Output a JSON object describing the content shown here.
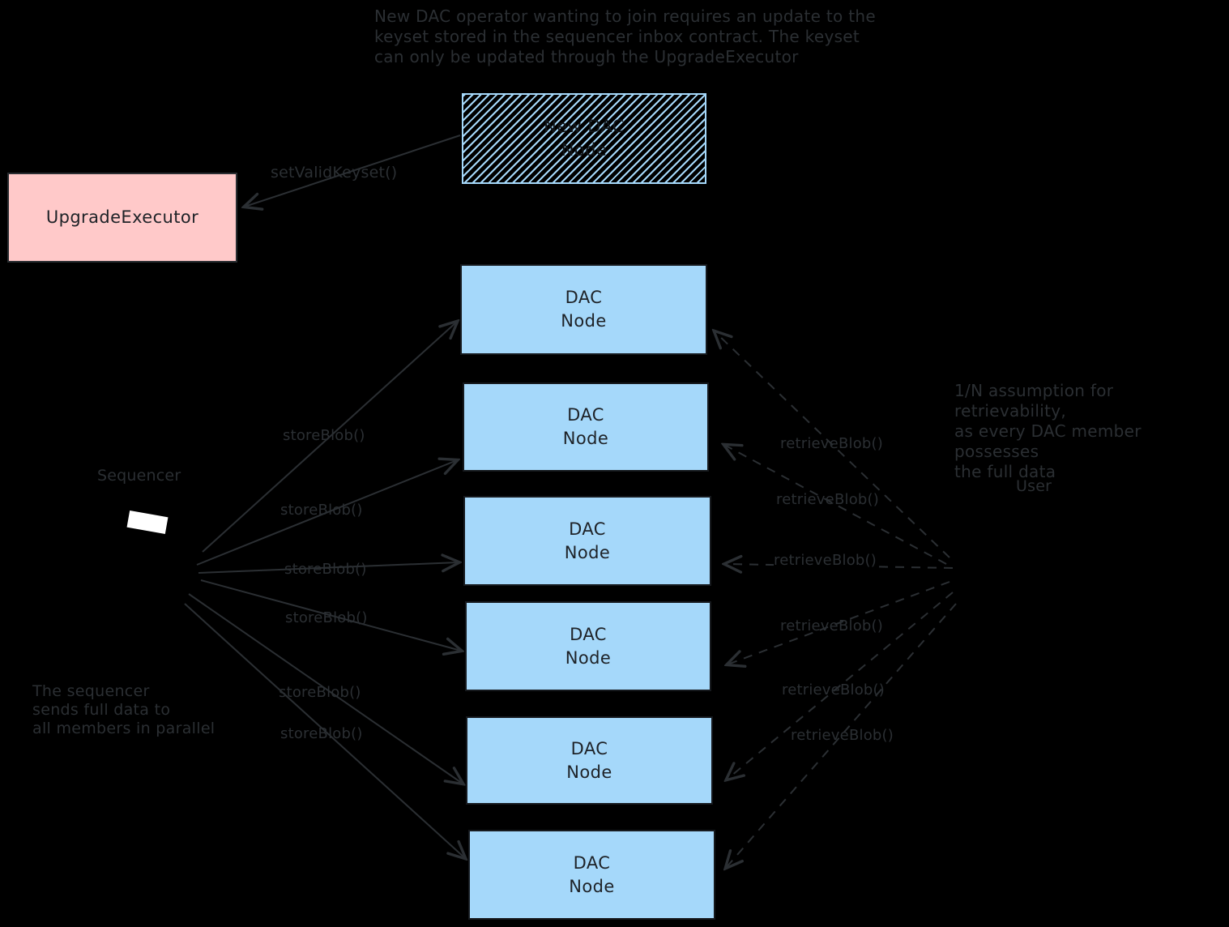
{
  "colors": {
    "background": "#000000",
    "annotation_text": "#2b2f33",
    "dac_node_fill": "#a5d8fa",
    "executor_fill": "#ffc9c9",
    "hatch_stripe": "#a5d8fa",
    "sequencer_screen": "#ffffff"
  },
  "notes": {
    "top": "New DAC operator wanting to join requires an update to the\nkeyset stored in the sequencer inbox contract. The keyset\ncan only be updated through the UpgradeExecutor",
    "right": "1/N assumption for retrievability,\nas every DAC member possesses\nthe full data",
    "left": "The sequencer\nsends full data to\nall members in parallel"
  },
  "hatched_box": {
    "label": "New DAC\nNode"
  },
  "upgrade_executor": {
    "label": "UpgradeExecutor"
  },
  "sequencer": {
    "label": "Sequencer"
  },
  "user": {
    "label": "User"
  },
  "dac_nodes": [
    {
      "label": "DAC\nNode"
    },
    {
      "label": "DAC\nNode"
    },
    {
      "label": "DAC\nNode"
    },
    {
      "label": "DAC\nNode"
    },
    {
      "label": "DAC\nNode"
    },
    {
      "label": "DAC\nNode"
    }
  ],
  "arrows": {
    "set_valid_keyset": "setValidKeyset()",
    "store": [
      "storeBlob()",
      "storeBlob()",
      "storeBlob()",
      "storeBlob()",
      "storeBlob()",
      "storeBlob()"
    ],
    "retrieve": [
      "retrieveBlob()",
      "retrieveBlob()",
      "retrieveBlob()",
      "retrieveBlob()",
      "retrieveBlob()",
      "retrieveBlob()"
    ]
  }
}
